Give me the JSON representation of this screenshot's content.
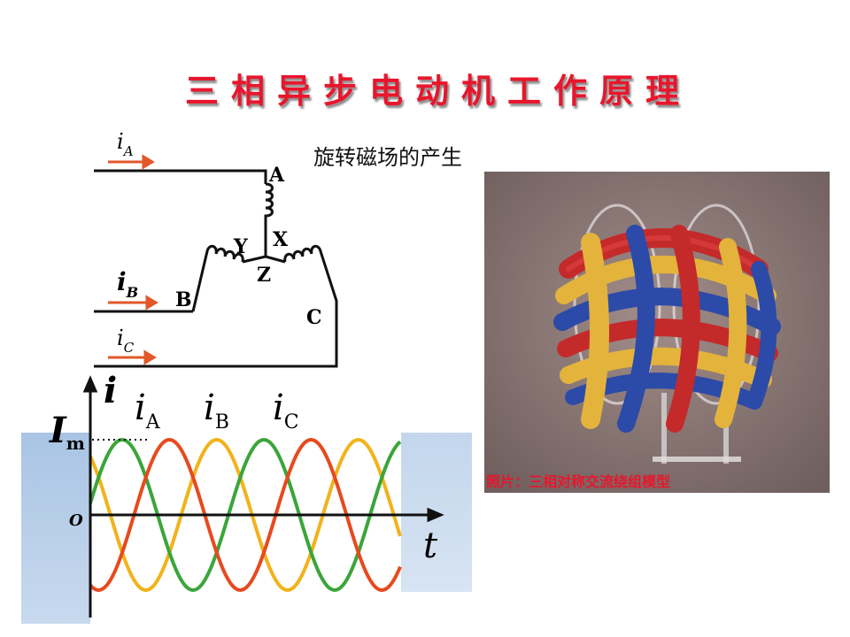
{
  "title": "三相异步电动机工作原理",
  "subtitle": "旋转磁场的产生",
  "photo_caption": "照片：三相对称交流绕组模型",
  "circuit": {
    "current_A": "i",
    "sub_A": "A",
    "current_B": "i",
    "sub_B": "B",
    "current_C": "i",
    "sub_C": "C",
    "node_A": "A",
    "node_X": "X",
    "node_Y": "Y",
    "node_Z": "Z",
    "node_B": "B",
    "node_C": "C"
  },
  "waveform": {
    "axis_i": "i",
    "axis_t": "t",
    "origin": "O",
    "amplitude_label": "I",
    "amplitude_sub": "m",
    "legend": [
      {
        "label": "i",
        "sub": "A",
        "color": "#f2b21b"
      },
      {
        "label": "i",
        "sub": "B",
        "color": "#3aa53a"
      },
      {
        "label": "i",
        "sub": "C",
        "color": "#e64a1e"
      }
    ]
  },
  "colors": {
    "title": "#e8162c",
    "arrow": "#e2572a",
    "phaseA": "#f2b21b",
    "phaseB": "#3aa53a",
    "phaseC": "#e64a1e"
  }
}
